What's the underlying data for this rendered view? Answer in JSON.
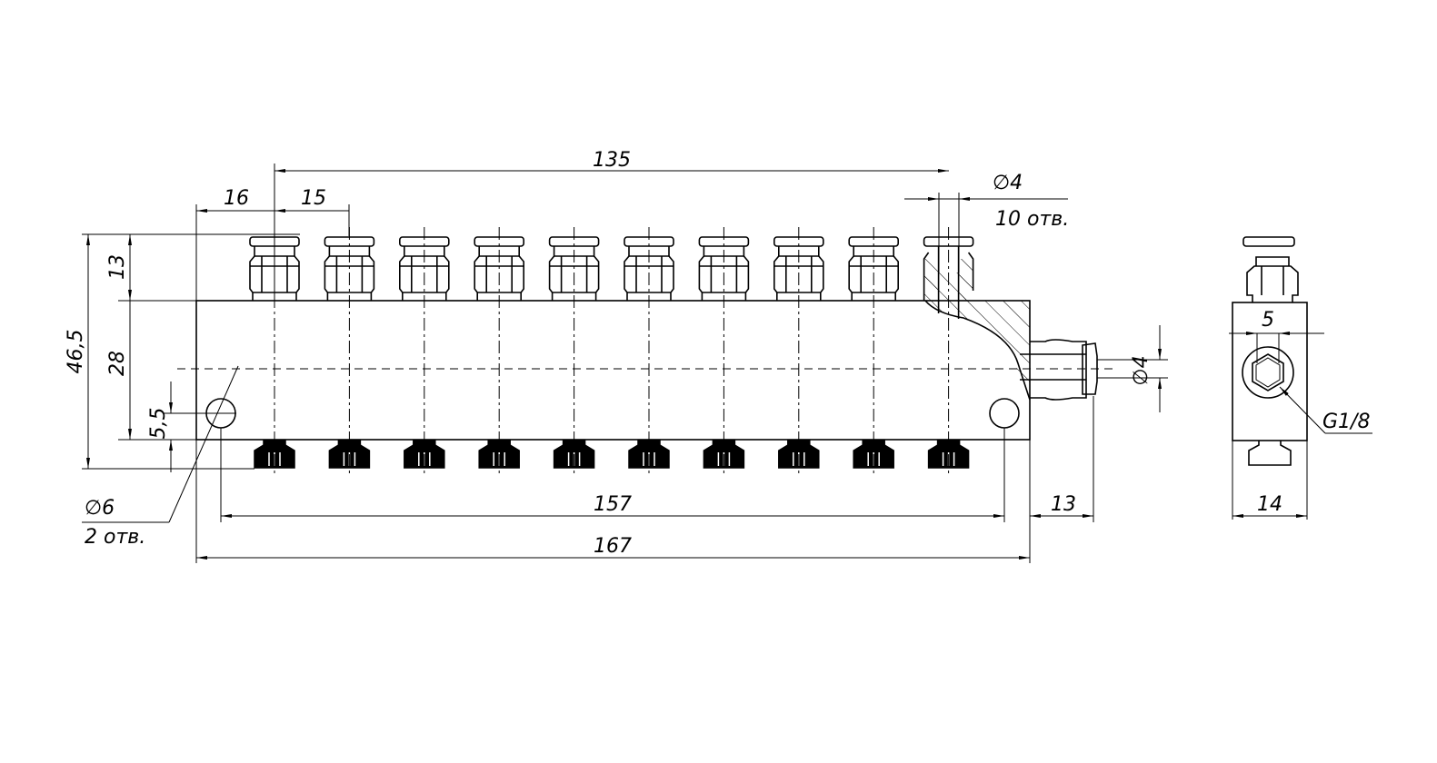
{
  "drawing": {
    "dims": {
      "pitch_total": "135",
      "first_offset": "16",
      "pitch": "15",
      "outlet_dia": "∅4",
      "outlet_count": "10 отв.",
      "total_height": "46,5",
      "fitting_height": "13",
      "body_height": "28",
      "hole_offset": "5,5",
      "mount_hole_dia": "∅6",
      "mount_hole_count": "2 отв.",
      "hole_spacing": "157",
      "body_length": "167",
      "inlet_length": "13",
      "inlet_dia": "∅4",
      "side_width": "14",
      "hex_size": "5",
      "thread": "G1/8"
    },
    "outlet_count": 10
  }
}
